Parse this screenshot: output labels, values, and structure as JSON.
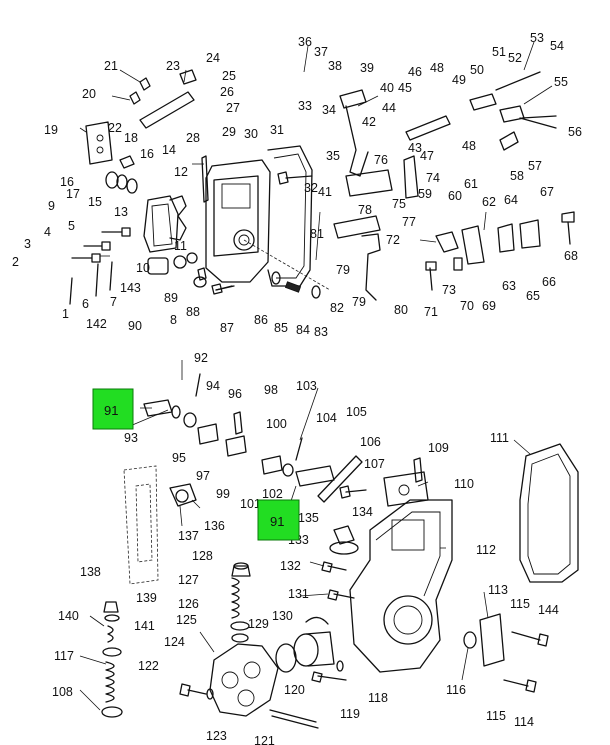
{
  "upper_callouts": [
    "1",
    "2",
    "3",
    "4",
    "5",
    "6",
    "7",
    "8",
    "9",
    "10",
    "11",
    "12",
    "13",
    "14",
    "15",
    "16",
    "17",
    "18",
    "19",
    "20",
    "21",
    "22",
    "23",
    "24",
    "25",
    "26",
    "27",
    "28",
    "29",
    "30",
    "31",
    "32",
    "33",
    "34",
    "35",
    "36",
    "37",
    "38",
    "39",
    "40",
    "41",
    "42",
    "43",
    "44",
    "45",
    "46",
    "47",
    "48",
    "48",
    "49",
    "50",
    "51",
    "52",
    "53",
    "54",
    "55",
    "56",
    "57",
    "58",
    "59",
    "60",
    "61",
    "62",
    "63",
    "64",
    "65",
    "66",
    "67",
    "68",
    "69",
    "70",
    "71",
    "72",
    "73",
    "74",
    "75",
    "76",
    "77",
    "78",
    "79",
    "79",
    "80",
    "81",
    "82",
    "83",
    "84",
    "85",
    "86",
    "87",
    "88",
    "89",
    "90",
    "142",
    "143"
  ],
  "lower_callouts": [
    "92",
    "93",
    "94",
    "95",
    "96",
    "97",
    "98",
    "99",
    "100",
    "101",
    "102",
    "103",
    "104",
    "105",
    "106",
    "107",
    "108",
    "109",
    "110",
    "111",
    "112",
    "113",
    "114",
    "115",
    "115",
    "116",
    "117",
    "118",
    "119",
    "120",
    "121",
    "122",
    "123",
    "124",
    "125",
    "126",
    "127",
    "128",
    "129",
    "130",
    "131",
    "132",
    "133",
    "134",
    "135",
    "136",
    "137",
    "138",
    "139",
    "140",
    "141",
    "144"
  ],
  "highlighted_callouts": [
    {
      "label": "91",
      "color": "#22dd22"
    },
    {
      "label": "91",
      "color": "#22dd22"
    }
  ]
}
